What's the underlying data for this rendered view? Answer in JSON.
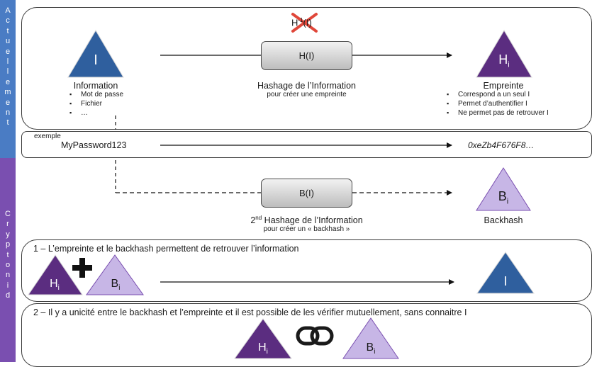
{
  "sidebar": {
    "top_letters": [
      "A",
      "c",
      "t",
      "u",
      "e",
      "l",
      "l",
      "e",
      "m",
      "e",
      "n",
      "t"
    ],
    "bottom_letters": [
      "C",
      "r",
      "y",
      "p",
      "t",
      "o",
      "n",
      "i",
      "d"
    ]
  },
  "top": {
    "strike_label": "H",
    "strike_sup": "-1",
    "strike_arg": "(I)",
    "info_symbol": "I",
    "info_title": "Information",
    "info_bullets": [
      "Mot de passe",
      "Fichier",
      "…"
    ],
    "hash_box": "H(I)",
    "hash_title": "Hashage de l’Information",
    "hash_sub": "pour créer une empreinte",
    "print_symbol": "H",
    "print_sub": "i",
    "print_title": "Empreinte",
    "print_bullets": [
      "Correspond a un seul I",
      "Permet d’authentifier I",
      "Ne permet pas de retrouver I"
    ]
  },
  "example": {
    "label": "exemple",
    "password": "MyPassword123",
    "hash": "0xeZb4F676F8…"
  },
  "middle": {
    "box": "B(I)",
    "title_ord": "2",
    "title_sup": "nd",
    "title_rest": " Hashage de l’Information",
    "sub": "pour créer un « backhash »",
    "back_symbol": "B",
    "back_sub": "i",
    "back_title": "Backhash"
  },
  "panel1": {
    "title": "1 – L’empreinte et le backhash permettent de retrouver l’information",
    "h_symbol": "H",
    "h_sub": "i",
    "plus": "+",
    "b_symbol": "B",
    "b_sub": "i",
    "result_symbol": "I"
  },
  "panel2": {
    "title": "2 – Il y a unicité entre le backhash et l’empreinte et il est possible de les vérifier mutuellement, sans connaitre I",
    "h_symbol": "H",
    "h_sub": "i",
    "b_symbol": "B",
    "b_sub": "i"
  },
  "colors": {
    "blue_tri": "#2f5f9e",
    "purple_tri": "#5b2d80",
    "lilac_tri": "#c7b6e6",
    "sidebar_top": "#4a7cc4",
    "sidebar_bottom": "#7a4fb0"
  }
}
